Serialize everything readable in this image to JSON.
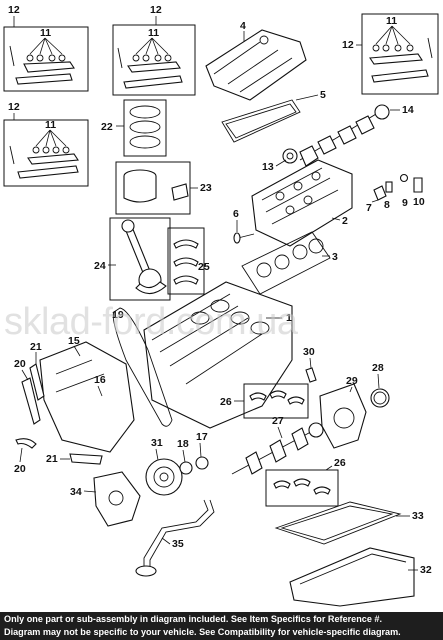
{
  "watermark": "sklad-ford.com.ua",
  "footer": {
    "line1": "Only one part or sub-assembly in diagram included. See Item Specifics for Reference #.",
    "line2": "Diagram may not be specific to your vehicle. See Compatibility for vehicle-specific diagram."
  },
  "callouts": {
    "c1": "1",
    "c2": "2",
    "c3": "3",
    "c4": "4",
    "c5": "5",
    "c6": "6",
    "c7": "7",
    "c8": "8",
    "c9": "9",
    "c10": "10",
    "c11a": "11",
    "c11b": "11",
    "c11c": "11",
    "c12a": "12",
    "c12b": "12",
    "c12c": "12",
    "c12d": "12",
    "c13": "13",
    "c14": "14",
    "c15": "15",
    "c16": "16",
    "c17": "17",
    "c18": "18",
    "c19": "19",
    "c20a": "20",
    "c20b": "20",
    "c21a": "21",
    "c21b": "21",
    "c22": "22",
    "c23": "23",
    "c24": "24",
    "c25": "25",
    "c26a": "26",
    "c26b": "26",
    "c27": "27",
    "c28": "28",
    "c29": "29",
    "c30": "30",
    "c31": "31",
    "c32": "32",
    "c33": "33",
    "c34": "34",
    "c35": "35"
  }
}
